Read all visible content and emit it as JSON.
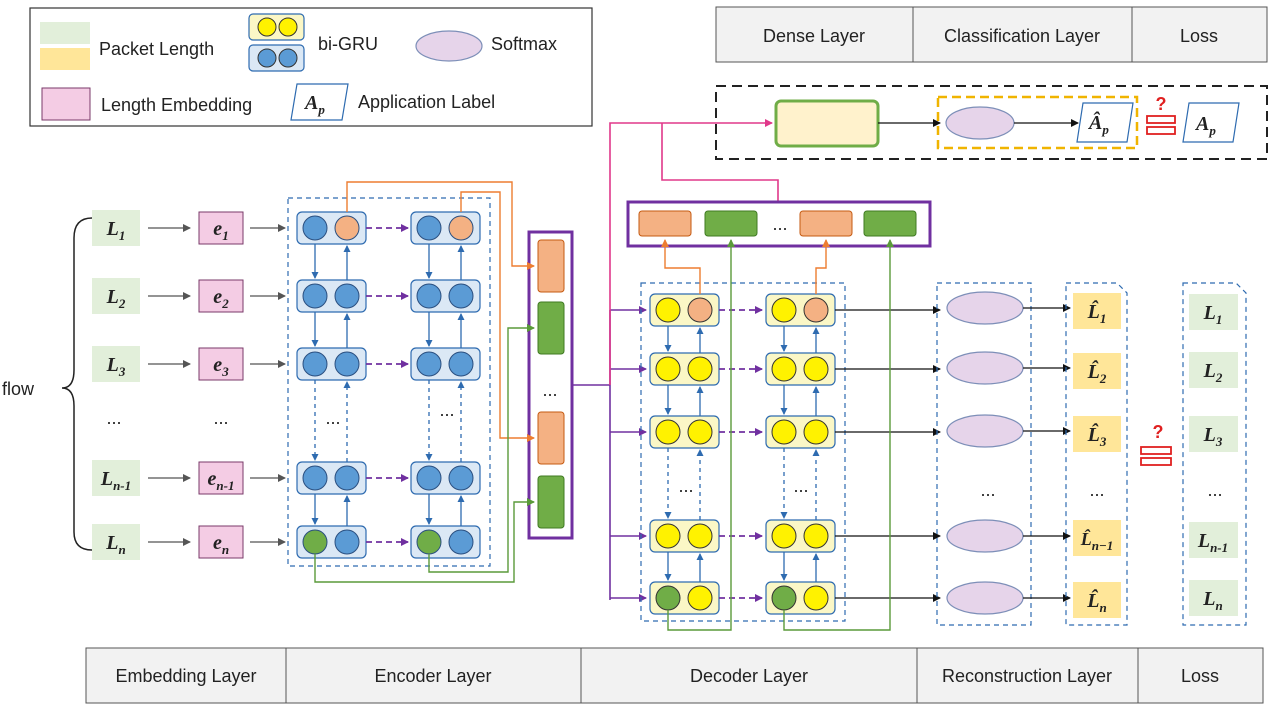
{
  "legend": {
    "packet_length": "Packet Length",
    "bi_gru": "bi-GRU",
    "softmax": "Softmax",
    "length_embedding": "Length Embedding",
    "application_label": "Application Label",
    "ap_symbol": "A",
    "ap_sub": "p"
  },
  "top_layers": [
    "Dense Layer",
    "Classification Layer",
    "Loss"
  ],
  "bottom_layers": [
    "Embedding Layer",
    "Encoder Layer",
    "Decoder Layer",
    "Reconstruction Layer",
    "Loss"
  ],
  "flow_label": "flow",
  "ellipsis": "...",
  "question_mark": "?",
  "inputs": [
    {
      "base": "L",
      "sub": "1"
    },
    {
      "base": "L",
      "sub": "2"
    },
    {
      "base": "L",
      "sub": "3"
    },
    {
      "base": "L",
      "sub": "n-1"
    },
    {
      "base": "L",
      "sub": "n"
    }
  ],
  "embeddings": [
    {
      "base": "e",
      "sub": "1"
    },
    {
      "base": "e",
      "sub": "2"
    },
    {
      "base": "e",
      "sub": "3"
    },
    {
      "base": "e",
      "sub": "n-1"
    },
    {
      "base": "e",
      "sub": "n"
    }
  ],
  "reconstructed": [
    {
      "base": "L̂",
      "sub": "1"
    },
    {
      "base": "L̂",
      "sub": "2"
    },
    {
      "base": "L̂",
      "sub": "3"
    },
    {
      "base": "L̂",
      "sub": "n−1"
    },
    {
      "base": "L̂",
      "sub": "n"
    }
  ],
  "targets": [
    {
      "base": "L",
      "sub": "1"
    },
    {
      "base": "L",
      "sub": "2"
    },
    {
      "base": "L",
      "sub": "3"
    },
    {
      "base": "L",
      "sub": "n-1"
    },
    {
      "base": "L",
      "sub": "n"
    }
  ],
  "predicted_label": {
    "base": "Â",
    "sub": "p"
  },
  "true_label": {
    "base": "A",
    "sub": "p"
  },
  "colors": {
    "green_fill": "#e2efda",
    "yellow_fill": "#ffe699",
    "pink_fill": "#f4cce4",
    "pink_stroke": "#7a3a6a",
    "blue_circle": "#5b9bd5",
    "blue_box": "#dbe8f5",
    "orange": "#f4b183",
    "green_dark": "#70ad47",
    "yellow_circle": "#fff200",
    "yellow_box": "#fbf7c6",
    "purple": "#7030a0",
    "softmax_fill": "#e6d4ea",
    "magenta": "#e0388a",
    "red": "#e02020"
  }
}
